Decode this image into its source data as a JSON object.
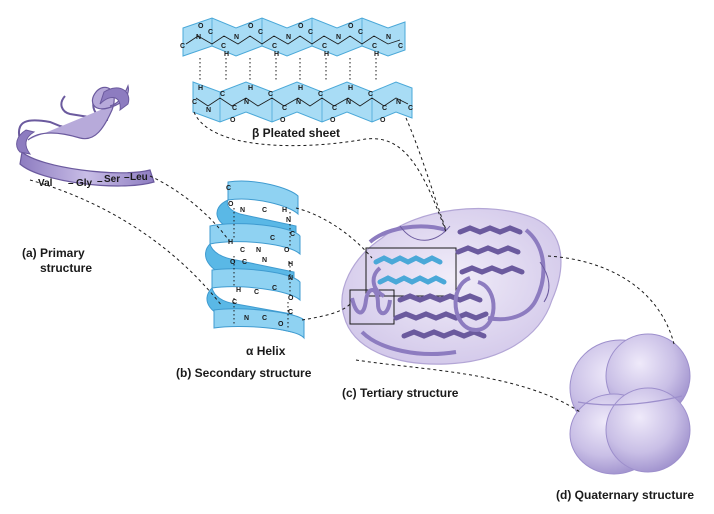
{
  "labels": {
    "pleated_sheet": "β Pleated sheet",
    "alpha_helix": "α Helix",
    "primary_a": "(a) Primary",
    "primary_b": "structure",
    "secondary": "(b) Secondary structure",
    "tertiary": "(c) Tertiary structure",
    "quaternary": "(d) Quaternary structure"
  },
  "sequence": [
    "Val",
    "Gly",
    "Ser",
    "Leu"
  ],
  "colors": {
    "ribbon_purple": "#a99bd0",
    "ribbon_purple_dark": "#6b5a9e",
    "sheet_blue": "#a8dcf5",
    "helix_blue": "#8fd2f2",
    "globule_lavender": "#d6cdea",
    "quaternary_lavender": "#c9bfe6"
  }
}
